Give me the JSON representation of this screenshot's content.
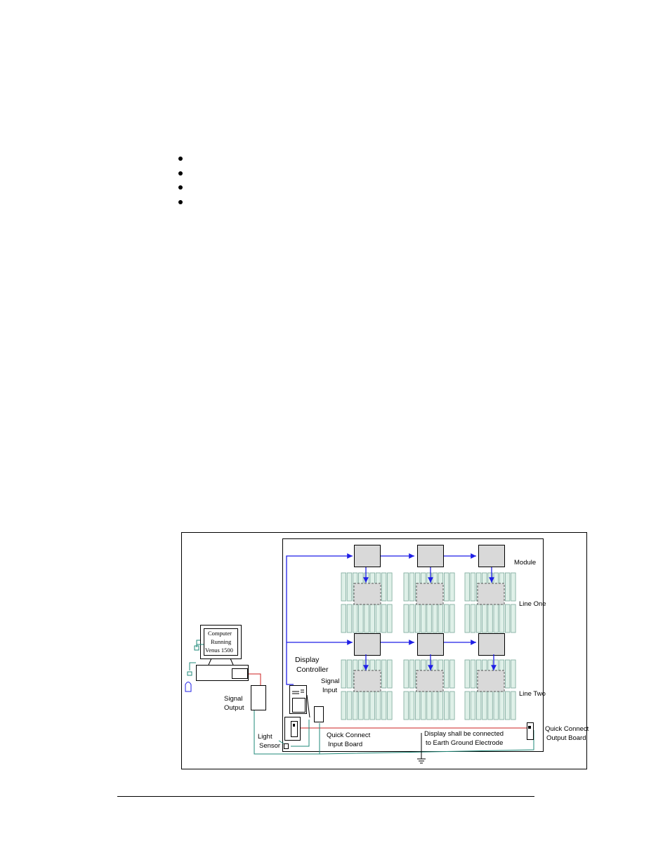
{
  "bullets": [
    "",
    "",
    "",
    ""
  ],
  "diagram": {
    "labels": {
      "module": "Module",
      "line_one": "Line One",
      "line_two": "Line Two",
      "display_controller_1": "Display",
      "display_controller_2": "Controller",
      "signal_input_1": "Signal",
      "signal_input_2": "Input",
      "signal_output_1": "Signal",
      "signal_output_2": "Output",
      "light_sensor_1": "Light",
      "light_sensor_2": "Sensor",
      "qc_input_1": "Quick Connect",
      "qc_input_2": "Input Board",
      "qc_output_1": "Quick Connect",
      "qc_output_2": "Output Board",
      "earth_1": "Display shall be connected",
      "earth_2": "to Earth Ground Electrode",
      "computer_1": "Computer",
      "computer_2": "Running",
      "computer_3": "Venus 1500"
    },
    "colors": {
      "data_line": "#1f1fe6",
      "power_line": "#cc2222",
      "sensor_line": "#1f8a7a",
      "module_fill": "#d9d9d9",
      "strip_fill": "#dff0e8",
      "strip_stroke": "#7aa89a"
    }
  }
}
